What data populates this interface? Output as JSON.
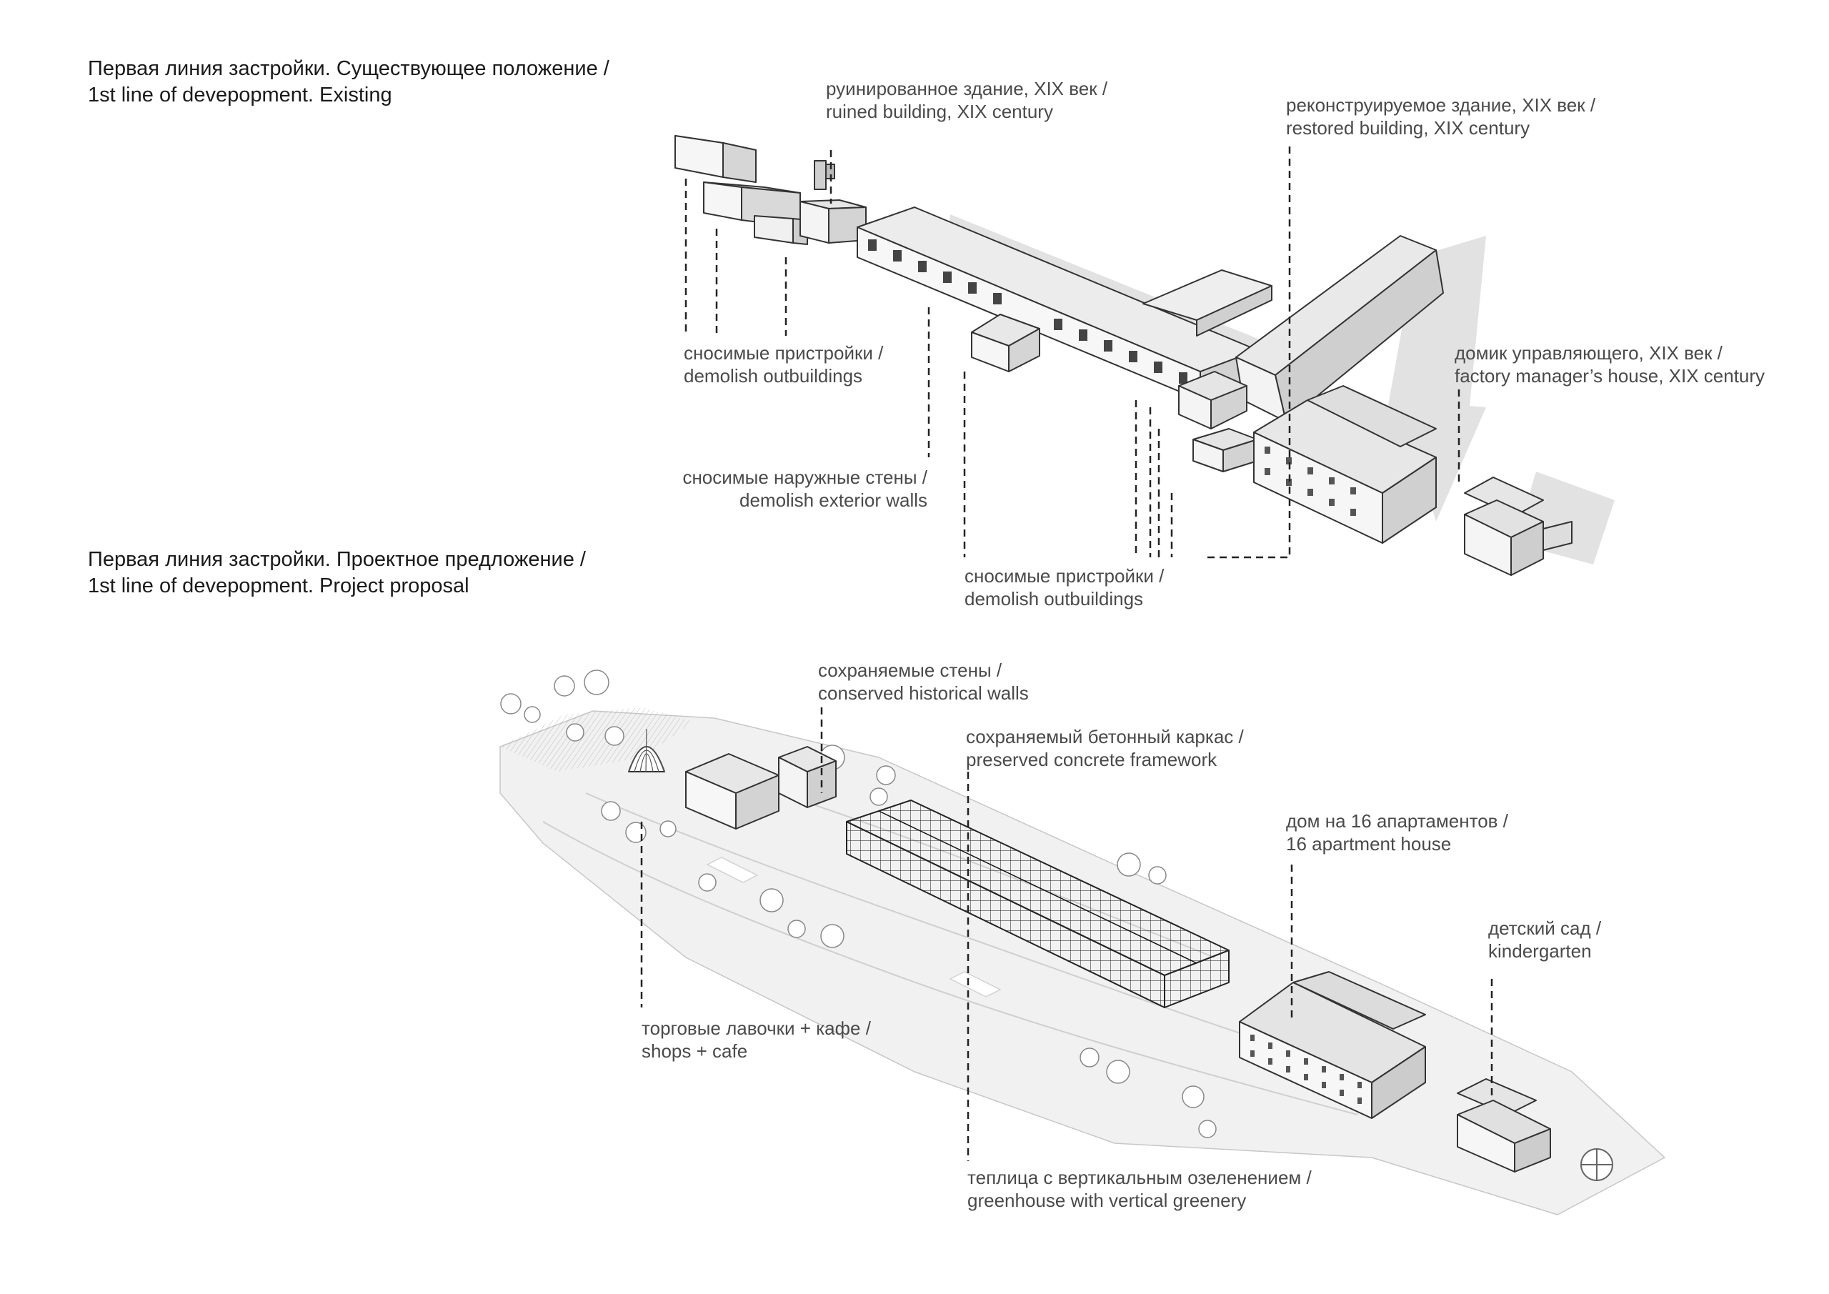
{
  "sections": [
    {
      "line1": "Первая линия застройки. Существующее положение /",
      "line2": "1st line of devepopment. Existing"
    },
    {
      "line1": "Первая линия застройки. Проектное предложение /",
      "line2": "1st line of devepopment. Project proposal"
    }
  ],
  "existing_labels": [
    {
      "ru": "руинированное здание, XIX век /",
      "en": "ruined building, XIX century"
    },
    {
      "ru": "реконструируемое здание, XIX век /",
      "en": "restored building, XIX century"
    },
    {
      "ru": "сносимые пристройки /",
      "en": "demolish outbuildings"
    },
    {
      "ru": "домик управляющего, XIX век /",
      "en": "factory manager’s house, XIX century"
    },
    {
      "ru": "сносимые наружные стены /",
      "en": "demolish exterior walls"
    },
    {
      "ru": "сносимые пристройки /",
      "en": "demolish outbuildings"
    }
  ],
  "proposal_labels": [
    {
      "ru": "сохраняемые стены /",
      "en": "conserved historical walls"
    },
    {
      "ru": "сохраняемый бетонный каркас /",
      "en": "preserved concrete framework"
    },
    {
      "ru": "дом на 16 апартаментов /",
      "en": "16 apartment house"
    },
    {
      "ru": "детский сад /",
      "en": "kindergarten"
    },
    {
      "ru": "торговые лавочки + кафе /",
      "en": "shops + cafe"
    },
    {
      "ru": "теплица с вертикальным озеленением /",
      "en": "greenhouse with vertical greenery"
    }
  ]
}
